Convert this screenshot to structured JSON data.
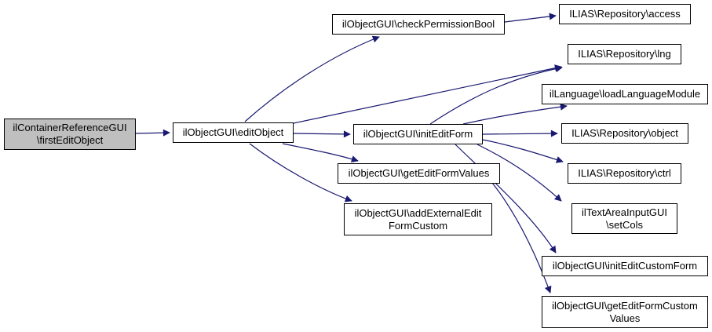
{
  "diagram": {
    "type": "call-graph",
    "edge_color": "#191970",
    "node_border_color": "#000000",
    "highlight_fill": "#bfbfbf",
    "nodes": {
      "first_edit_object": {
        "lines": [
          "ilContainerReferenceGUI",
          "\\firstEditObject"
        ]
      },
      "edit_object": {
        "label": "ilObjectGUI\\editObject"
      },
      "check_permission_bool": {
        "label": "ilObjectGUI\\checkPermissionBool"
      },
      "access": {
        "label": "ILIAS\\Repository\\access"
      },
      "lng": {
        "label": "ILIAS\\Repository\\lng"
      },
      "load_language_module": {
        "label": "ilLanguage\\loadLanguageModule"
      },
      "init_edit_form": {
        "label": "ilObjectGUI\\initEditForm"
      },
      "object": {
        "label": "ILIAS\\Repository\\object"
      },
      "ctrl": {
        "label": "ILIAS\\Repository\\ctrl"
      },
      "set_cols": {
        "lines": [
          "ilTextAreaInputGUI",
          "\\setCols"
        ]
      },
      "get_edit_form_values": {
        "label": "ilObjectGUI\\getEditFormValues"
      },
      "add_external_edit_form_custom": {
        "lines": [
          "ilObjectGUI\\addExternalEdit",
          "FormCustom"
        ]
      },
      "init_edit_custom_form": {
        "label": "ilObjectGUI\\initEditCustomForm"
      },
      "get_edit_form_custom_values": {
        "lines": [
          "ilObjectGUI\\getEditFormCustom",
          "Values"
        ]
      }
    },
    "edges": [
      {
        "from": "ilContainerReferenceGUI\\firstEditObject",
        "to": "ilObjectGUI\\editObject"
      },
      {
        "from": "ilObjectGUI\\editObject",
        "to": "ilObjectGUI\\checkPermissionBool"
      },
      {
        "from": "ilObjectGUI\\editObject",
        "to": "ILIAS\\Repository\\lng"
      },
      {
        "from": "ilObjectGUI\\editObject",
        "to": "ilObjectGUI\\initEditForm"
      },
      {
        "from": "ilObjectGUI\\editObject",
        "to": "ilObjectGUI\\getEditFormValues"
      },
      {
        "from": "ilObjectGUI\\editObject",
        "to": "ilObjectGUI\\addExternalEditFormCustom"
      },
      {
        "from": "ilObjectGUI\\checkPermissionBool",
        "to": "ILIAS\\Repository\\access"
      },
      {
        "from": "ilObjectGUI\\initEditForm",
        "to": "ILIAS\\Repository\\lng"
      },
      {
        "from": "ilObjectGUI\\initEditForm",
        "to": "ilLanguage\\loadLanguageModule"
      },
      {
        "from": "ilObjectGUI\\initEditForm",
        "to": "ILIAS\\Repository\\object"
      },
      {
        "from": "ilObjectGUI\\initEditForm",
        "to": "ILIAS\\Repository\\ctrl"
      },
      {
        "from": "ilObjectGUI\\initEditForm",
        "to": "ilTextAreaInputGUI\\setCols"
      },
      {
        "from": "ilObjectGUI\\initEditForm",
        "to": "ilObjectGUI\\initEditCustomForm"
      },
      {
        "from": "ilObjectGUI\\getEditFormValues",
        "to": "ilObjectGUI\\getEditFormCustomValues"
      }
    ]
  }
}
